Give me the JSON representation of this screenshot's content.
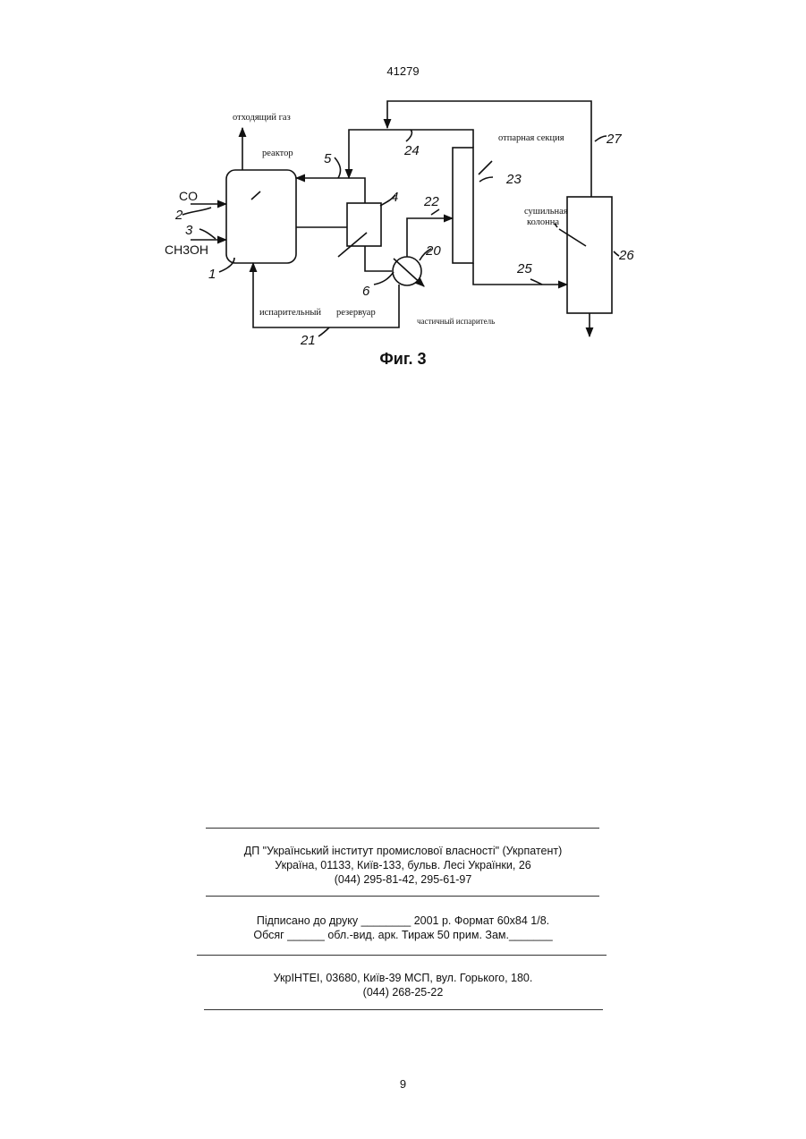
{
  "header": {
    "page_code": "41279"
  },
  "diagram": {
    "labels": {
      "off_gas": "отходящий газ",
      "reactor": "реактор",
      "stripping_section": "отпарная секция",
      "drying_column_line1": "сушильная",
      "drying_column_line2": "колонна",
      "evaporator": "испарительный",
      "reservoir": "резервуар",
      "partial_evaporator": "частичный испаритель",
      "co": "CO",
      "methanol": "CH3OH"
    },
    "numbers": {
      "n1": "1",
      "n2": "2",
      "n3": "3",
      "n4": "4",
      "n5": "5",
      "n6": "6",
      "n20": "20",
      "n21": "21",
      "n22": "22",
      "n23": "23",
      "n24": "24",
      "n25": "25",
      "n26": "26",
      "n27": "27"
    }
  },
  "figure_caption": "Фиг. 3",
  "imprint": {
    "publisher_line1": "ДП \"Український інститут промислової власності\" (Укрпатент)",
    "publisher_line2": "Україна, 01133, Київ-133, бульв. Лесі Українки, 26",
    "publisher_line3": "(044) 295-81-42, 295-61-97",
    "print_line1": "Підписано до друку ________ 2001 р.    Формат 60х84 1/8.",
    "print_line2": "Обсяг ______ обл.-вид. арк.   Тираж 50 прим.    Зам._______",
    "printer_line1": "УкрІНТЕІ, 03680, Київ-39 МСП, вул. Горького, 180.",
    "printer_line2": "(044) 268-25-22"
  },
  "footer": {
    "page_number": "9"
  }
}
